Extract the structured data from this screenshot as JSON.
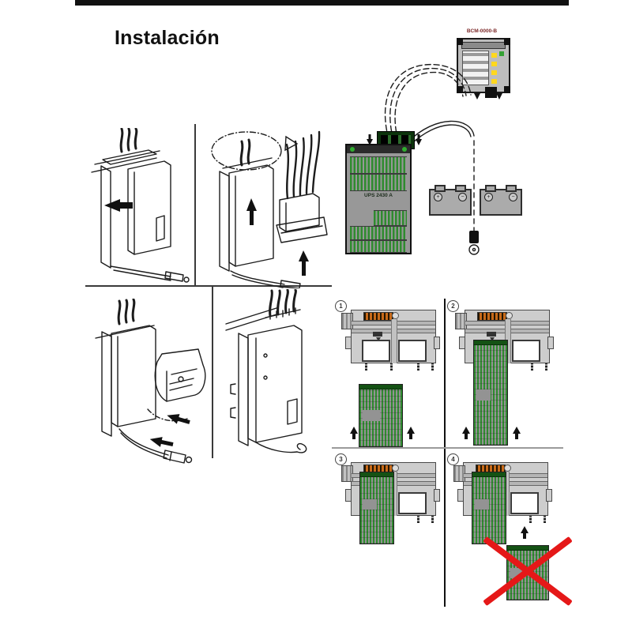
{
  "page": {
    "title": "Instalación"
  },
  "wiring": {
    "bcm_label": "BCM-0000-B",
    "ups_label": "UPS 2430 A",
    "battery_positive": "+",
    "battery_negative": "−",
    "colors": {
      "wire_red": "#cc2222",
      "wire_blue": "#2233bb",
      "wire_black": "#111111",
      "pcb_green": "#2f8b2f",
      "terminal_green": "#0c330c"
    }
  },
  "steps": {
    "panels": [
      {
        "number": "1"
      },
      {
        "number": "2"
      },
      {
        "number": "3"
      },
      {
        "number": "4"
      }
    ],
    "colors": {
      "chassis_grey": "#cdcdcd",
      "connector_orange": "#c76a1a",
      "error_red": "#e51818"
    }
  }
}
